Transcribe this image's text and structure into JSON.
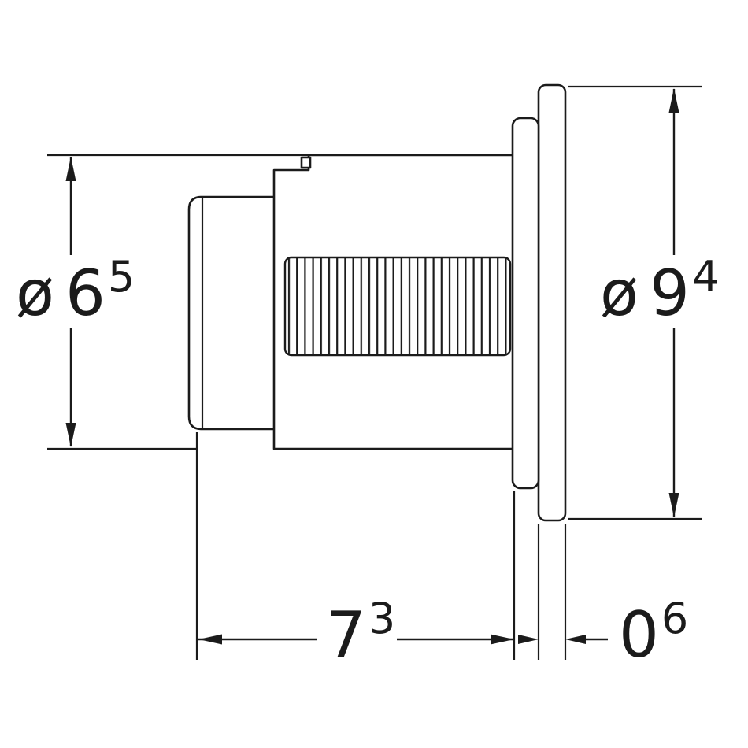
{
  "drawing": {
    "dim_left_diameter": {
      "symbol": "ø",
      "main": "6",
      "sup": "5"
    },
    "dim_right_diameter": {
      "symbol": "ø",
      "main": "9",
      "sup": "4"
    },
    "dim_depth": {
      "main": "7",
      "sup": "3"
    },
    "dim_protrusion": {
      "main": "0",
      "sup": "6"
    }
  },
  "colors": {
    "line": "#1b1b1b",
    "background": "#ffffff"
  }
}
